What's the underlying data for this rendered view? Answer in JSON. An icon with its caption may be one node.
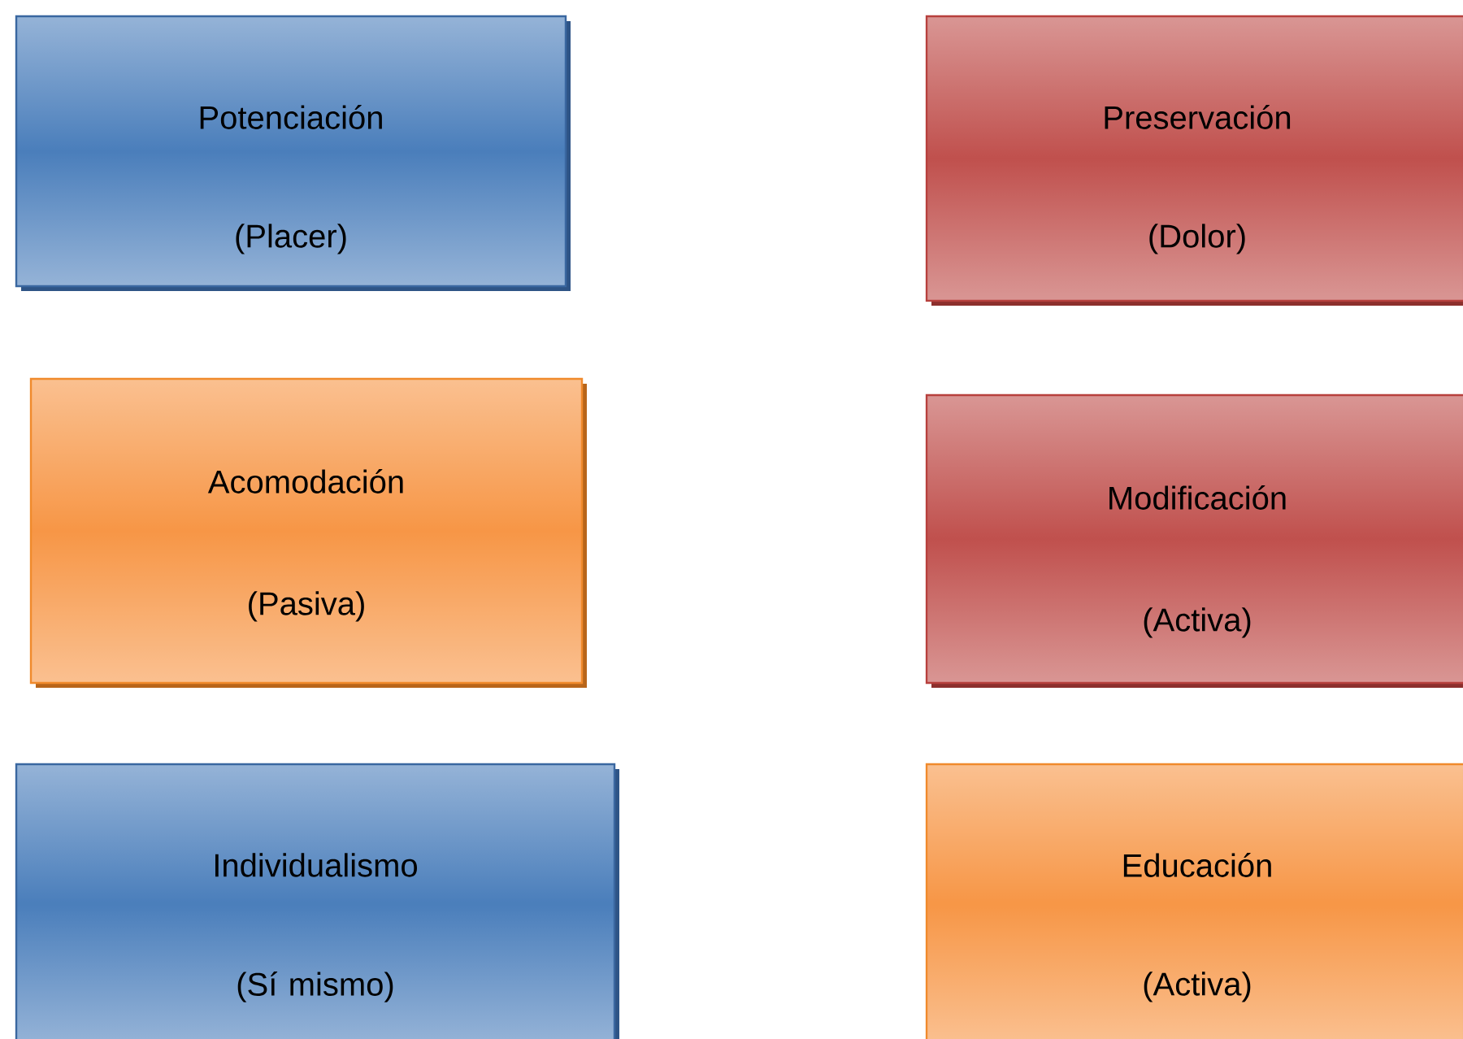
{
  "diagram": {
    "nodes": [
      {
        "text": [
          "Potenciación",
          "(Placer)"
        ]
      },
      {
        "text": [
          "Preservación",
          "(Dolor)"
        ]
      },
      {
        "text": [
          "Acomodación",
          "(Pasiva)"
        ]
      },
      {
        "text": [
          "Modificación",
          "(Activa)"
        ]
      },
      {
        "text": [
          "Individualismo",
          "(Sí mismo)"
        ]
      },
      {
        "text": [
          "Educación",
          "(Activa)"
        ]
      }
    ]
  }
}
